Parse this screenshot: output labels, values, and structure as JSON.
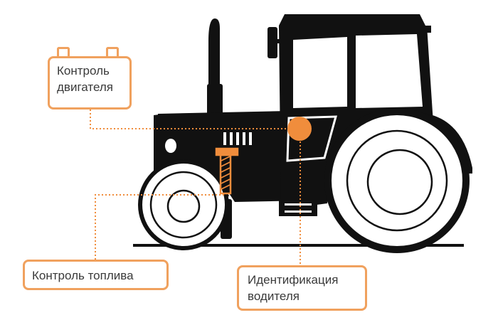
{
  "labels": {
    "engine_control": [
      "Контроль",
      "двигателя"
    ],
    "fuel_control": "Контроль топлива",
    "driver_identification": [
      "Идентификация",
      "водителя"
    ]
  },
  "colors": {
    "accent": "#f08d3c",
    "accent_border": "#f0a15e",
    "silhouette": "#111111",
    "text": "#3a3a3a"
  },
  "icons": [
    "battery-icon",
    "tractor-silhouette",
    "fuel-sensor-icon",
    "driver-id-reader-icon"
  ]
}
